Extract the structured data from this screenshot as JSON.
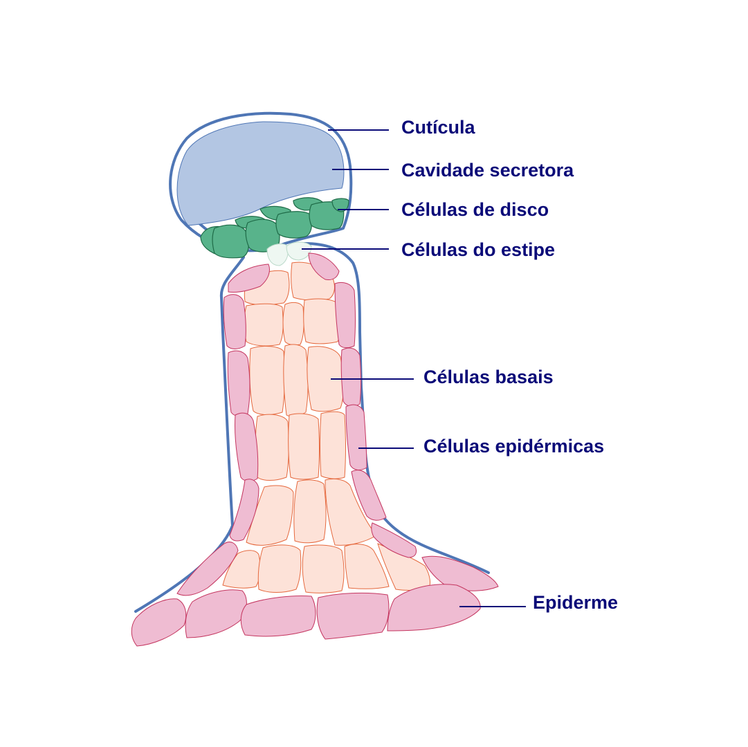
{
  "diagram": {
    "labels": {
      "cuticula": "Cutícula",
      "cavidade": "Cavidade secretora",
      "disco": "Células de disco",
      "estipe": "Células do estipe",
      "basais": "Células basais",
      "epidermicas": "Células epidérmicas",
      "epiderme": "Epiderme"
    },
    "colors": {
      "label_text": "#0a0a78",
      "leader_line": "#0a0a78",
      "cuticle_outline": "#4f76b5",
      "cavity_fill": "#b3c6e3",
      "disc_fill": "#58b38b",
      "disc_stroke": "#1f6b48",
      "stalk_fill": "#eef7f2",
      "stalk_stroke": "#b8d8c8",
      "basal_fill": "#fde2d8",
      "basal_stroke": "#e5683d",
      "epidermal_fill": "#efbcd2",
      "epidermal_stroke": "#c4355f"
    }
  }
}
